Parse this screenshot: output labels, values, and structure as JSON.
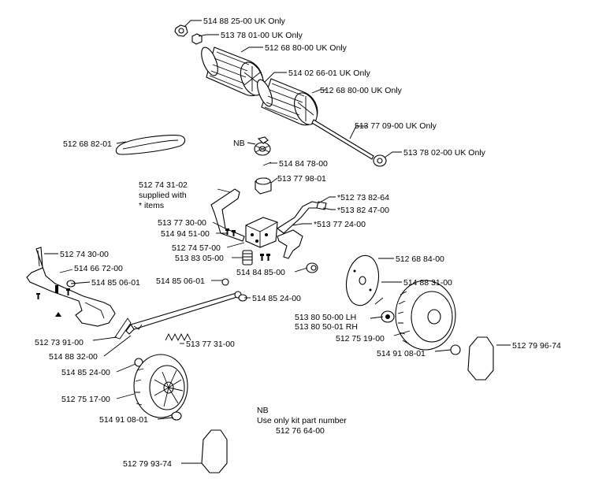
{
  "labels": {
    "l1": "514 88 25-00 UK Only",
    "l2": "513 78 01-00 UK Only",
    "l3": "512 68 80-00 UK Only",
    "l4": "514 02 66-01 UK Only",
    "l5": "512 68 80-00 UK Only",
    "l6": "513 77 09-00 UK Only",
    "l7": "513 78 02-00 UK Only",
    "l8": "512 68 82-01",
    "l9": "NB",
    "l10": "514 84 78-00",
    "l11": "513 77 98-01",
    "l12a": "512 74 31-02",
    "l12b": "supplied with",
    "l12c": "* items",
    "l13": "*512 73 82-64",
    "l14": "*513 82 47-00",
    "l15": "513 77 30-00",
    "l16": "514 94 51-00",
    "l17": "*513 77 24-00",
    "l18": "512 74 57-00",
    "l19": "513 83 05-00",
    "l20": "512 74 30-00",
    "l21": "514 66 72-00",
    "l22": "514 85 06-01",
    "l23": "514 85 06-01",
    "l24": "514 84 85-00",
    "l25": "512 68 84-00",
    "l26": "514 88 31-00",
    "l27": "514 85 24-00",
    "l28": "513 80 50-00 LH",
    "l29": "513 80 50-01 RH",
    "l30": "512 75 19-00",
    "l31": "512 73 91-00",
    "l32": "513 77 31-00",
    "l33": "514 88 32-00",
    "l34": "514 91 08-01",
    "l35": "512 79 96-74",
    "l36": "514 85 24-00",
    "l37": "512 75 17-00",
    "l38": "514 91 08-01",
    "l39": "512 79 93-74",
    "note_title": "NB",
    "note_line1": "Use only kit part number",
    "note_line2": "512 76 64-00"
  }
}
